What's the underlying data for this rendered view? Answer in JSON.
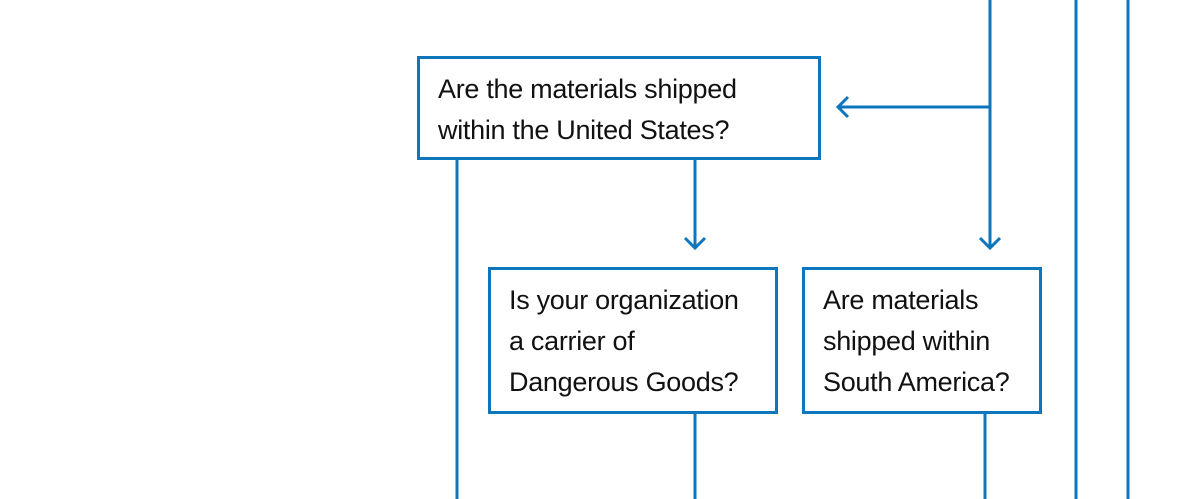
{
  "colors": {
    "line": "#0E76BC",
    "text": "#111111"
  },
  "nodes": [
    {
      "lines": [
        "Are the materials shipped",
        "within the United States?"
      ]
    },
    {
      "lines": [
        "Is your organization",
        "a carrier of",
        "Dangerous Goods?"
      ]
    },
    {
      "lines": [
        "Are materials",
        "shipped within",
        "South America?"
      ]
    }
  ]
}
